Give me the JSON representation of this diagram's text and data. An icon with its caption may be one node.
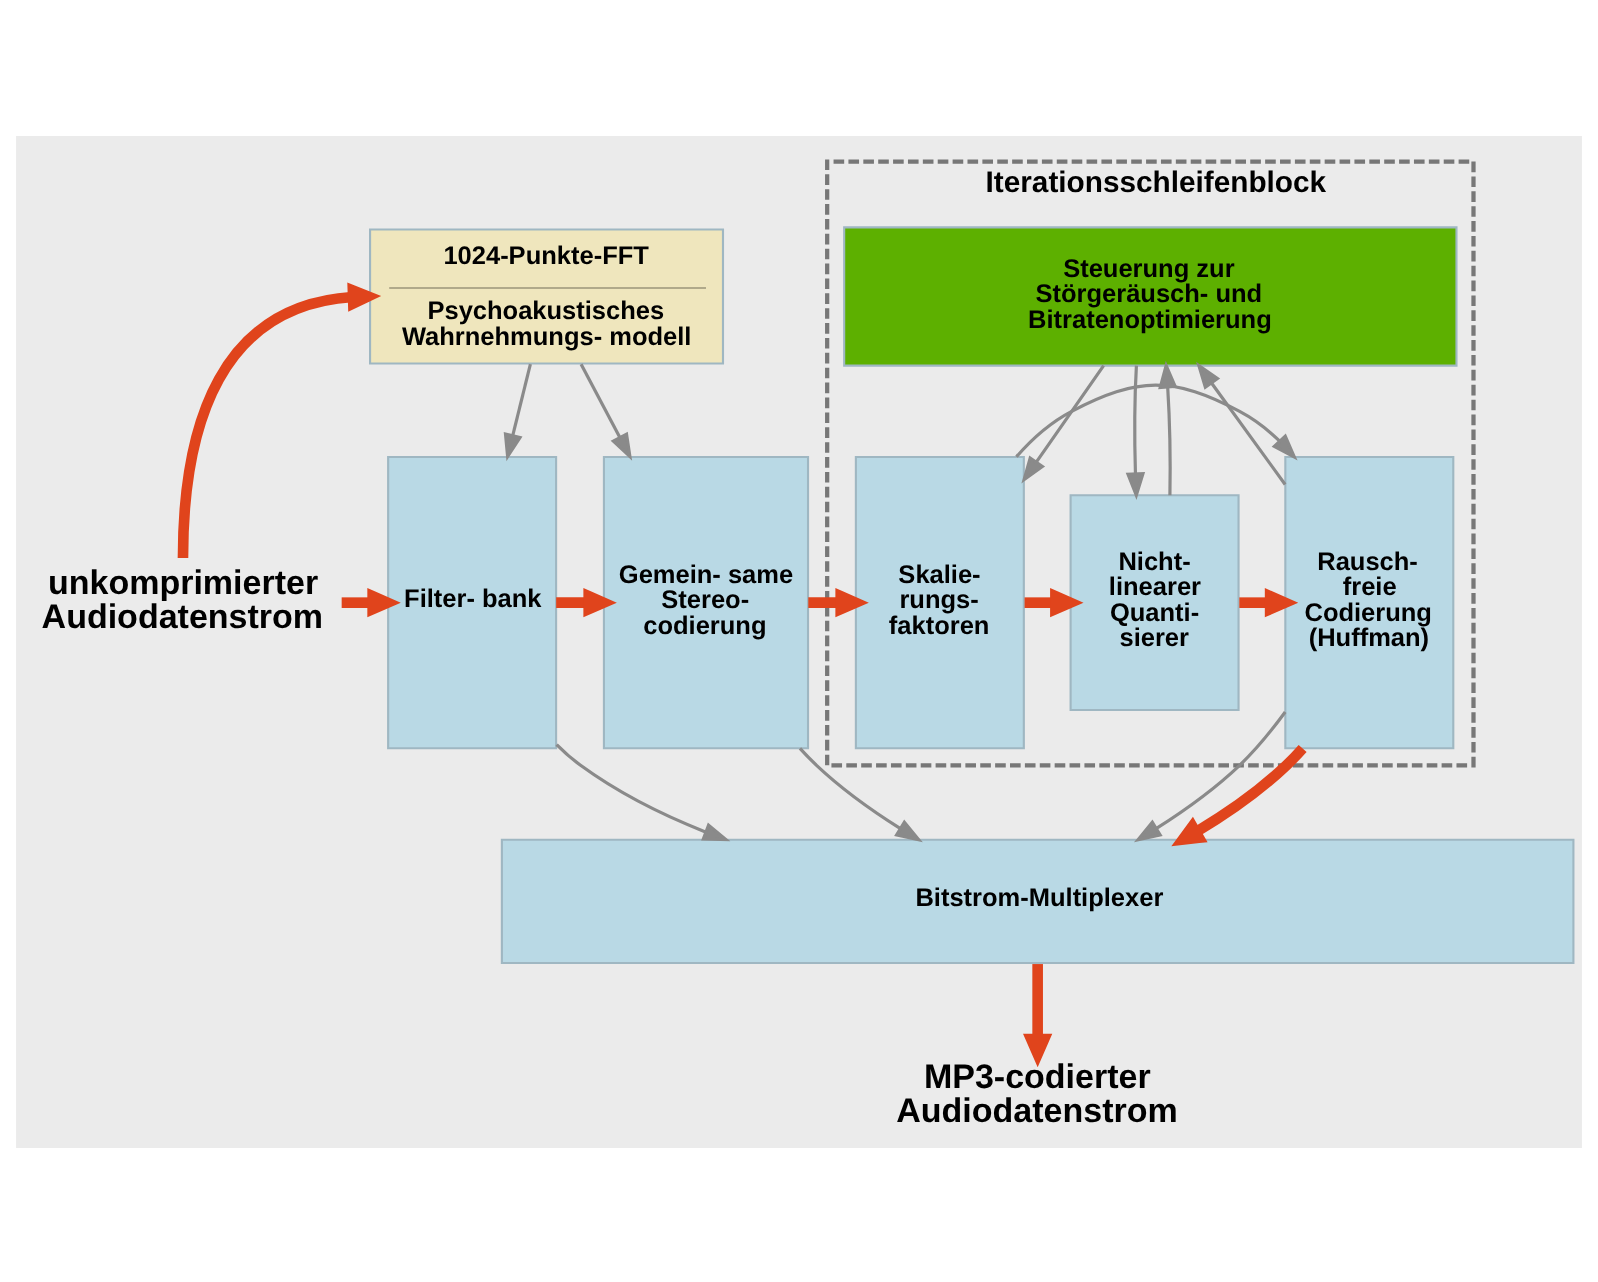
{
  "diagram": {
    "nodes": [
      {
        "text": [
          "1024-Punkte-FFT",
          "Psychoakustisches Wahrnehmungs- modell"
        ]
      },
      {
        "text": [
          "Filter- bank"
        ]
      },
      {
        "text": [
          "Gemein- same Stereo- codierung"
        ]
      },
      {
        "text": [
          "Iterationsschleifenblock"
        ]
      },
      {
        "text": [
          "Steuerung zur Störgeräusch- und Bitratenoptimierung"
        ],
        "in": 3
      },
      {
        "text": [
          "Skalie- rungs- faktoren"
        ],
        "in": 3
      },
      {
        "text": [
          "Nicht- linearer Quanti- sierer"
        ],
        "in": 3
      },
      {
        "text": [
          "Rausch- freie Codierung (Huffman)"
        ],
        "in": 3
      },
      {
        "text": [
          "unkomprimierter Audiodatenstrom"
        ]
      },
      {
        "text": [
          "Bitstrom-Multiplexer"
        ]
      },
      {
        "text": [
          "MP3-codierter Audiodatenstrom"
        ]
      }
    ],
    "edges": [
      {
        "from": 8,
        "to": 0,
        "arrow": "to",
        "style": "thick",
        "color": "#e0441c"
      },
      {
        "from": 8,
        "to": 1,
        "arrow": "to",
        "style": "thick",
        "color": "#e0441c"
      },
      {
        "from": 0,
        "to": 1,
        "arrow": "to"
      },
      {
        "from": 0,
        "to": 2,
        "arrow": "to"
      },
      {
        "from": 1,
        "to": 2,
        "arrow": "to",
        "style": "thick",
        "color": "#e0441c"
      },
      {
        "from": 2,
        "to": 5,
        "arrow": "to",
        "style": "thick",
        "color": "#e0441c"
      },
      {
        "from": 4,
        "to": 5,
        "arrow": "to"
      },
      {
        "from": 4,
        "to": 6,
        "arrow": "to"
      },
      {
        "from": 6,
        "to": 4,
        "arrow": "to"
      },
      {
        "from": 7,
        "to": 4,
        "arrow": "to"
      },
      {
        "from": 5,
        "to": 6,
        "arrow": "to",
        "style": "thick",
        "color": "#e0441c"
      },
      {
        "from": 6,
        "to": 7,
        "arrow": "to",
        "style": "thick",
        "color": "#e0441c"
      },
      {
        "from": 5,
        "to": 7,
        "arrow": "to"
      },
      {
        "from": 1,
        "to": 9,
        "arrow": "to"
      },
      {
        "from": 2,
        "to": 9,
        "arrow": "to"
      },
      {
        "from": 7,
        "to": 9,
        "arrow": "to"
      },
      {
        "from": 7,
        "to": 9,
        "arrow": "to",
        "style": "thick",
        "color": "#e0441c"
      },
      {
        "from": 9,
        "to": 10,
        "arrow": "to",
        "style": "thick",
        "color": "#e0441c"
      }
    ]
  }
}
